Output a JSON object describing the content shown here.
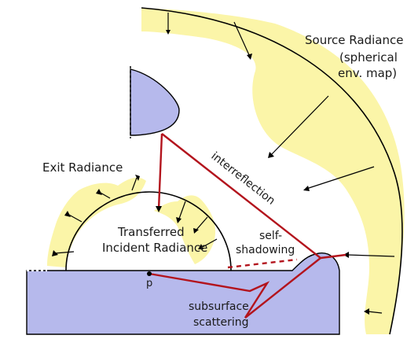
{
  "labels": {
    "source_line1": "Source Radiance",
    "source_line2": "(spherical",
    "source_line3": "env. map)",
    "exit": "Exit Radiance",
    "interreflection": "interreflection",
    "transferred_line1": "Transferred",
    "transferred_line2": "Incident Radiance",
    "self_line1": "self-",
    "self_line2": "shadowing",
    "point_p": "p",
    "subsurface_line1": "subsurface",
    "subsurface_line2": "scattering"
  },
  "colors": {
    "radiance_fill": "#fbf5a8",
    "object_fill": "#b6b9ec",
    "path_red": "#b3141d",
    "ink": "#000000"
  }
}
